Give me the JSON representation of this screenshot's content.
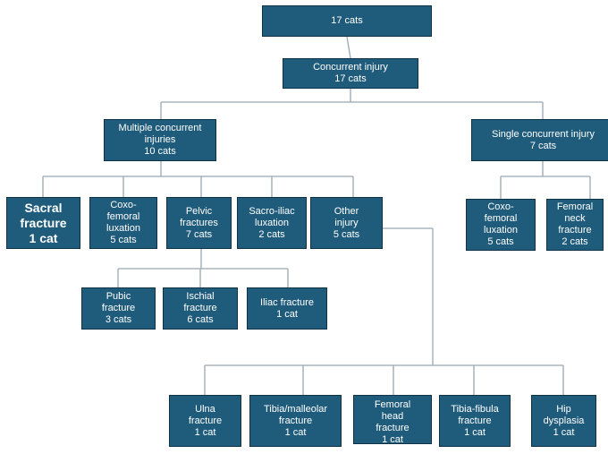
{
  "nodes": {
    "total": "17 cats",
    "concurrent": "Concurrent injury\n17 cats",
    "multiple": "Multiple concurrent\ninjuries\n10 cats",
    "single": "Single concurrent injury\n7 cats",
    "sacral": "Sacral\nfracture\n1 cat",
    "coxo_multi": "Coxo-\nfemoral\nluxation\n5 cats",
    "pelvic": "Pelvic\nfractures\n7 cats",
    "sacroiliac": "Sacro-iliac\nluxation\n2 cats",
    "other": "Other\ninjury\n5 cats",
    "coxo_single": "Coxo-\nfemoral\nluxation\n5 cats",
    "femoral_neck": "Femoral\nneck\nfracture\n2 cats",
    "pubic": "Pubic\nfracture\n3 cats",
    "ischial": "Ischial\nfracture\n6  cats",
    "iliac": "Iliac fracture\n1 cat",
    "ulna": "Ulna\nfracture\n1 cat",
    "tibia_malleolar": "Tibia/malleolar\nfracture\n1 cat",
    "femoral_head": "Femoral\nhead\nfracture\n1 cat",
    "tibia_fibula": "Tibia-fibula\nfracture\n1 cat",
    "hip_dysplasia": "Hip\ndysplasia\n1 cat"
  },
  "colors": {
    "box_fill": "#1f5b7a",
    "box_border": "#0f3246",
    "text": "#ffffff",
    "connector": "#9aa8b2"
  }
}
